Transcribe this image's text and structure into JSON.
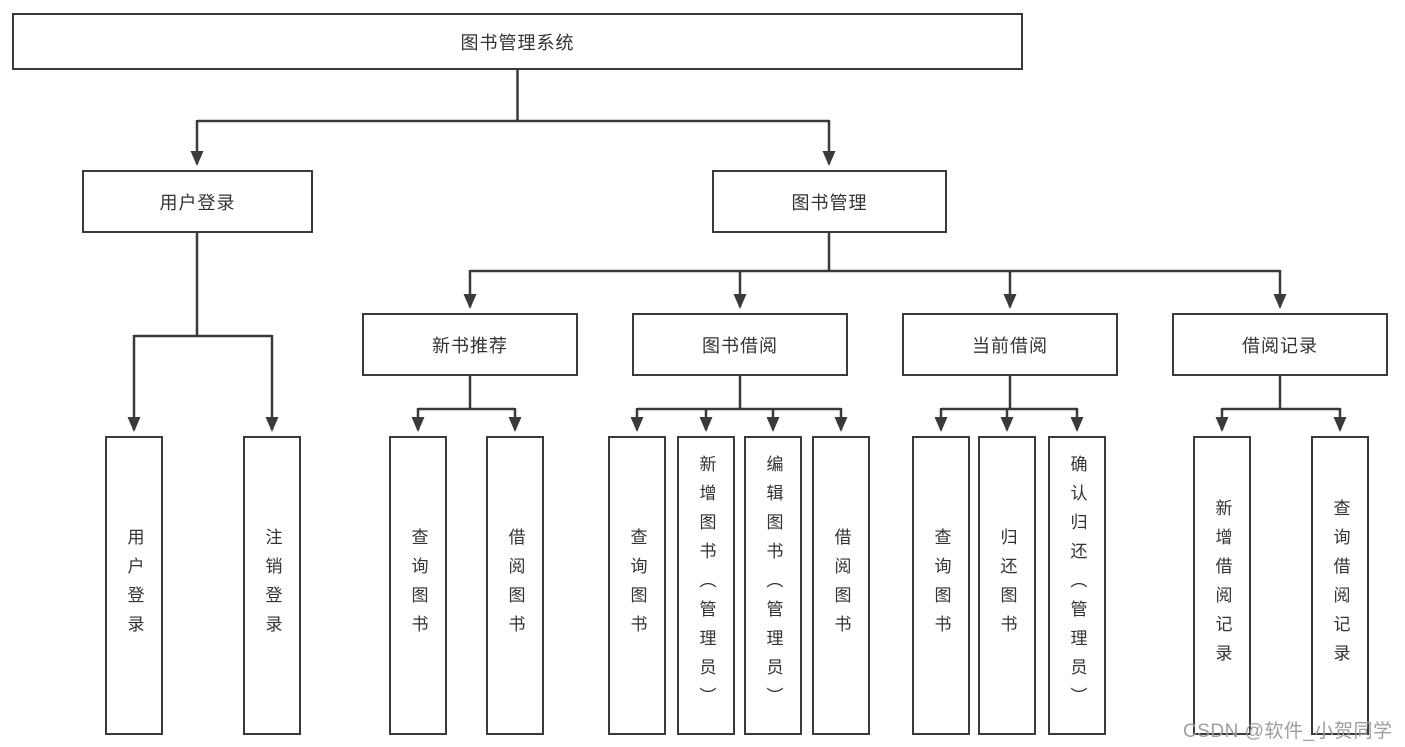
{
  "diagram": {
    "root": {
      "label": "图书管理系统"
    },
    "level2": [
      {
        "label": "用户登录"
      },
      {
        "label": "图书管理"
      }
    ],
    "level3": [
      {
        "label": "新书推荐"
      },
      {
        "label": "图书借阅"
      },
      {
        "label": "当前借阅"
      },
      {
        "label": "借阅记录"
      }
    ],
    "leaves": [
      {
        "label": "用户登录"
      },
      {
        "label": "注销登录"
      },
      {
        "label": "查询图书"
      },
      {
        "label": "借阅图书"
      },
      {
        "label": "查询图书"
      },
      {
        "label": "新增图书（管理员）"
      },
      {
        "label": "编辑图书（管理员）"
      },
      {
        "label": "借阅图书"
      },
      {
        "label": "查询图书"
      },
      {
        "label": "归还图书"
      },
      {
        "label": "确认归还（管理员）"
      },
      {
        "label": "新增借阅记录"
      },
      {
        "label": "查询借阅记录"
      }
    ],
    "colors": {
      "line": "#3a3a3a",
      "text": "#333333",
      "background": "#ffffff",
      "watermark": "#9e9e9e"
    },
    "watermark": "CSDN @软件_小贺同学"
  }
}
